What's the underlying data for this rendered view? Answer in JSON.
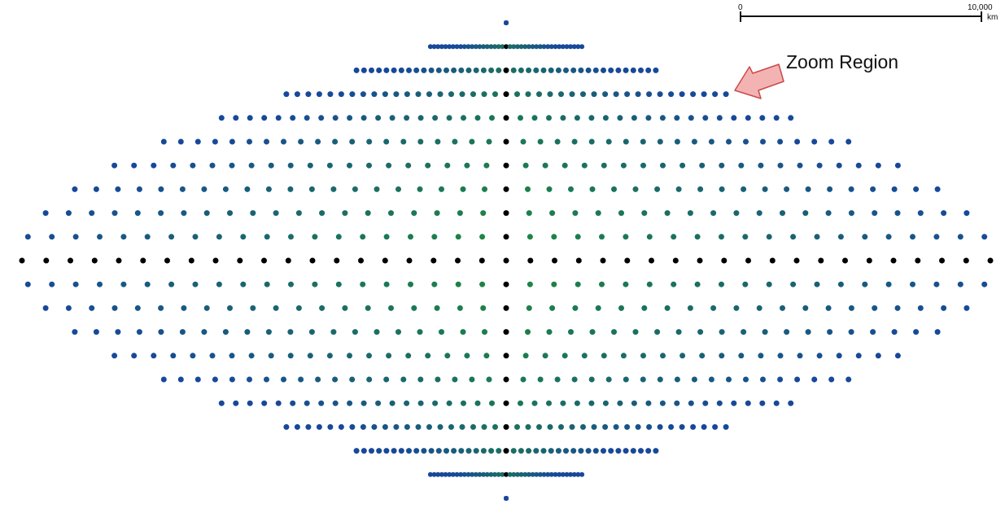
{
  "map": {
    "projection": "sinusoidal",
    "point_grid": "graticule sample points",
    "colors": {
      "central_meridian_and_equator": "#000000",
      "near_center": "#1e8a3c",
      "far_from_center": "#17489a"
    }
  },
  "scale_bar": {
    "start_label": "0",
    "end_label": "10,000",
    "unit": "km"
  },
  "annotation": {
    "label": "Zoom Region",
    "arrow_fill": "#f4b3b3",
    "arrow_stroke": "#c94a4a"
  }
}
